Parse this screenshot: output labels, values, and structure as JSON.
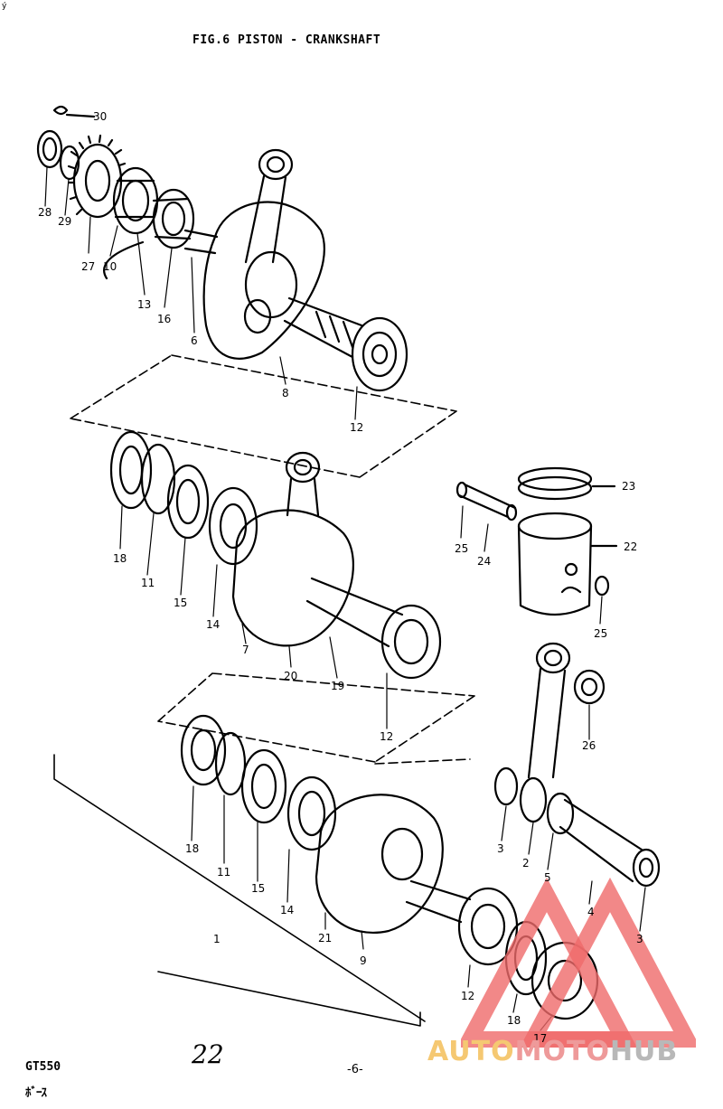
{
  "title": "FIG.6  PISTON - CRANKSHAFT",
  "corner_mark": "ý",
  "handwritten_page": "22",
  "model": "GT550",
  "model_sub": "ﾎﾞｰｽ",
  "page_number": "-6-",
  "watermark": {
    "part1": "AUTO",
    "part2": "MOTO",
    "part3": "HUB"
  },
  "part_numbers": {
    "n30": "30",
    "n28": "28",
    "n29": "29",
    "n27": "27",
    "n10": "10",
    "n13": "13",
    "n16": "16",
    "n6": "6",
    "n8": "8",
    "n12a": "12",
    "n18a": "18",
    "n11a": "11",
    "n15a": "15",
    "n14a": "14",
    "n7": "7",
    "n20": "20",
    "n19": "19",
    "n12b": "12",
    "n23": "23",
    "n22": "22",
    "n25a": "25",
    "n24": "24",
    "n25b": "25",
    "n26": "26",
    "n18b": "18",
    "n11b": "11",
    "n15b": "15",
    "n14b": "14",
    "n1": "1",
    "n21": "21",
    "n9": "9",
    "n12c": "12",
    "n3a": "3",
    "n2": "2",
    "n5": "5",
    "n4": "4",
    "n3b": "3",
    "n18c": "18",
    "n17": "17"
  }
}
